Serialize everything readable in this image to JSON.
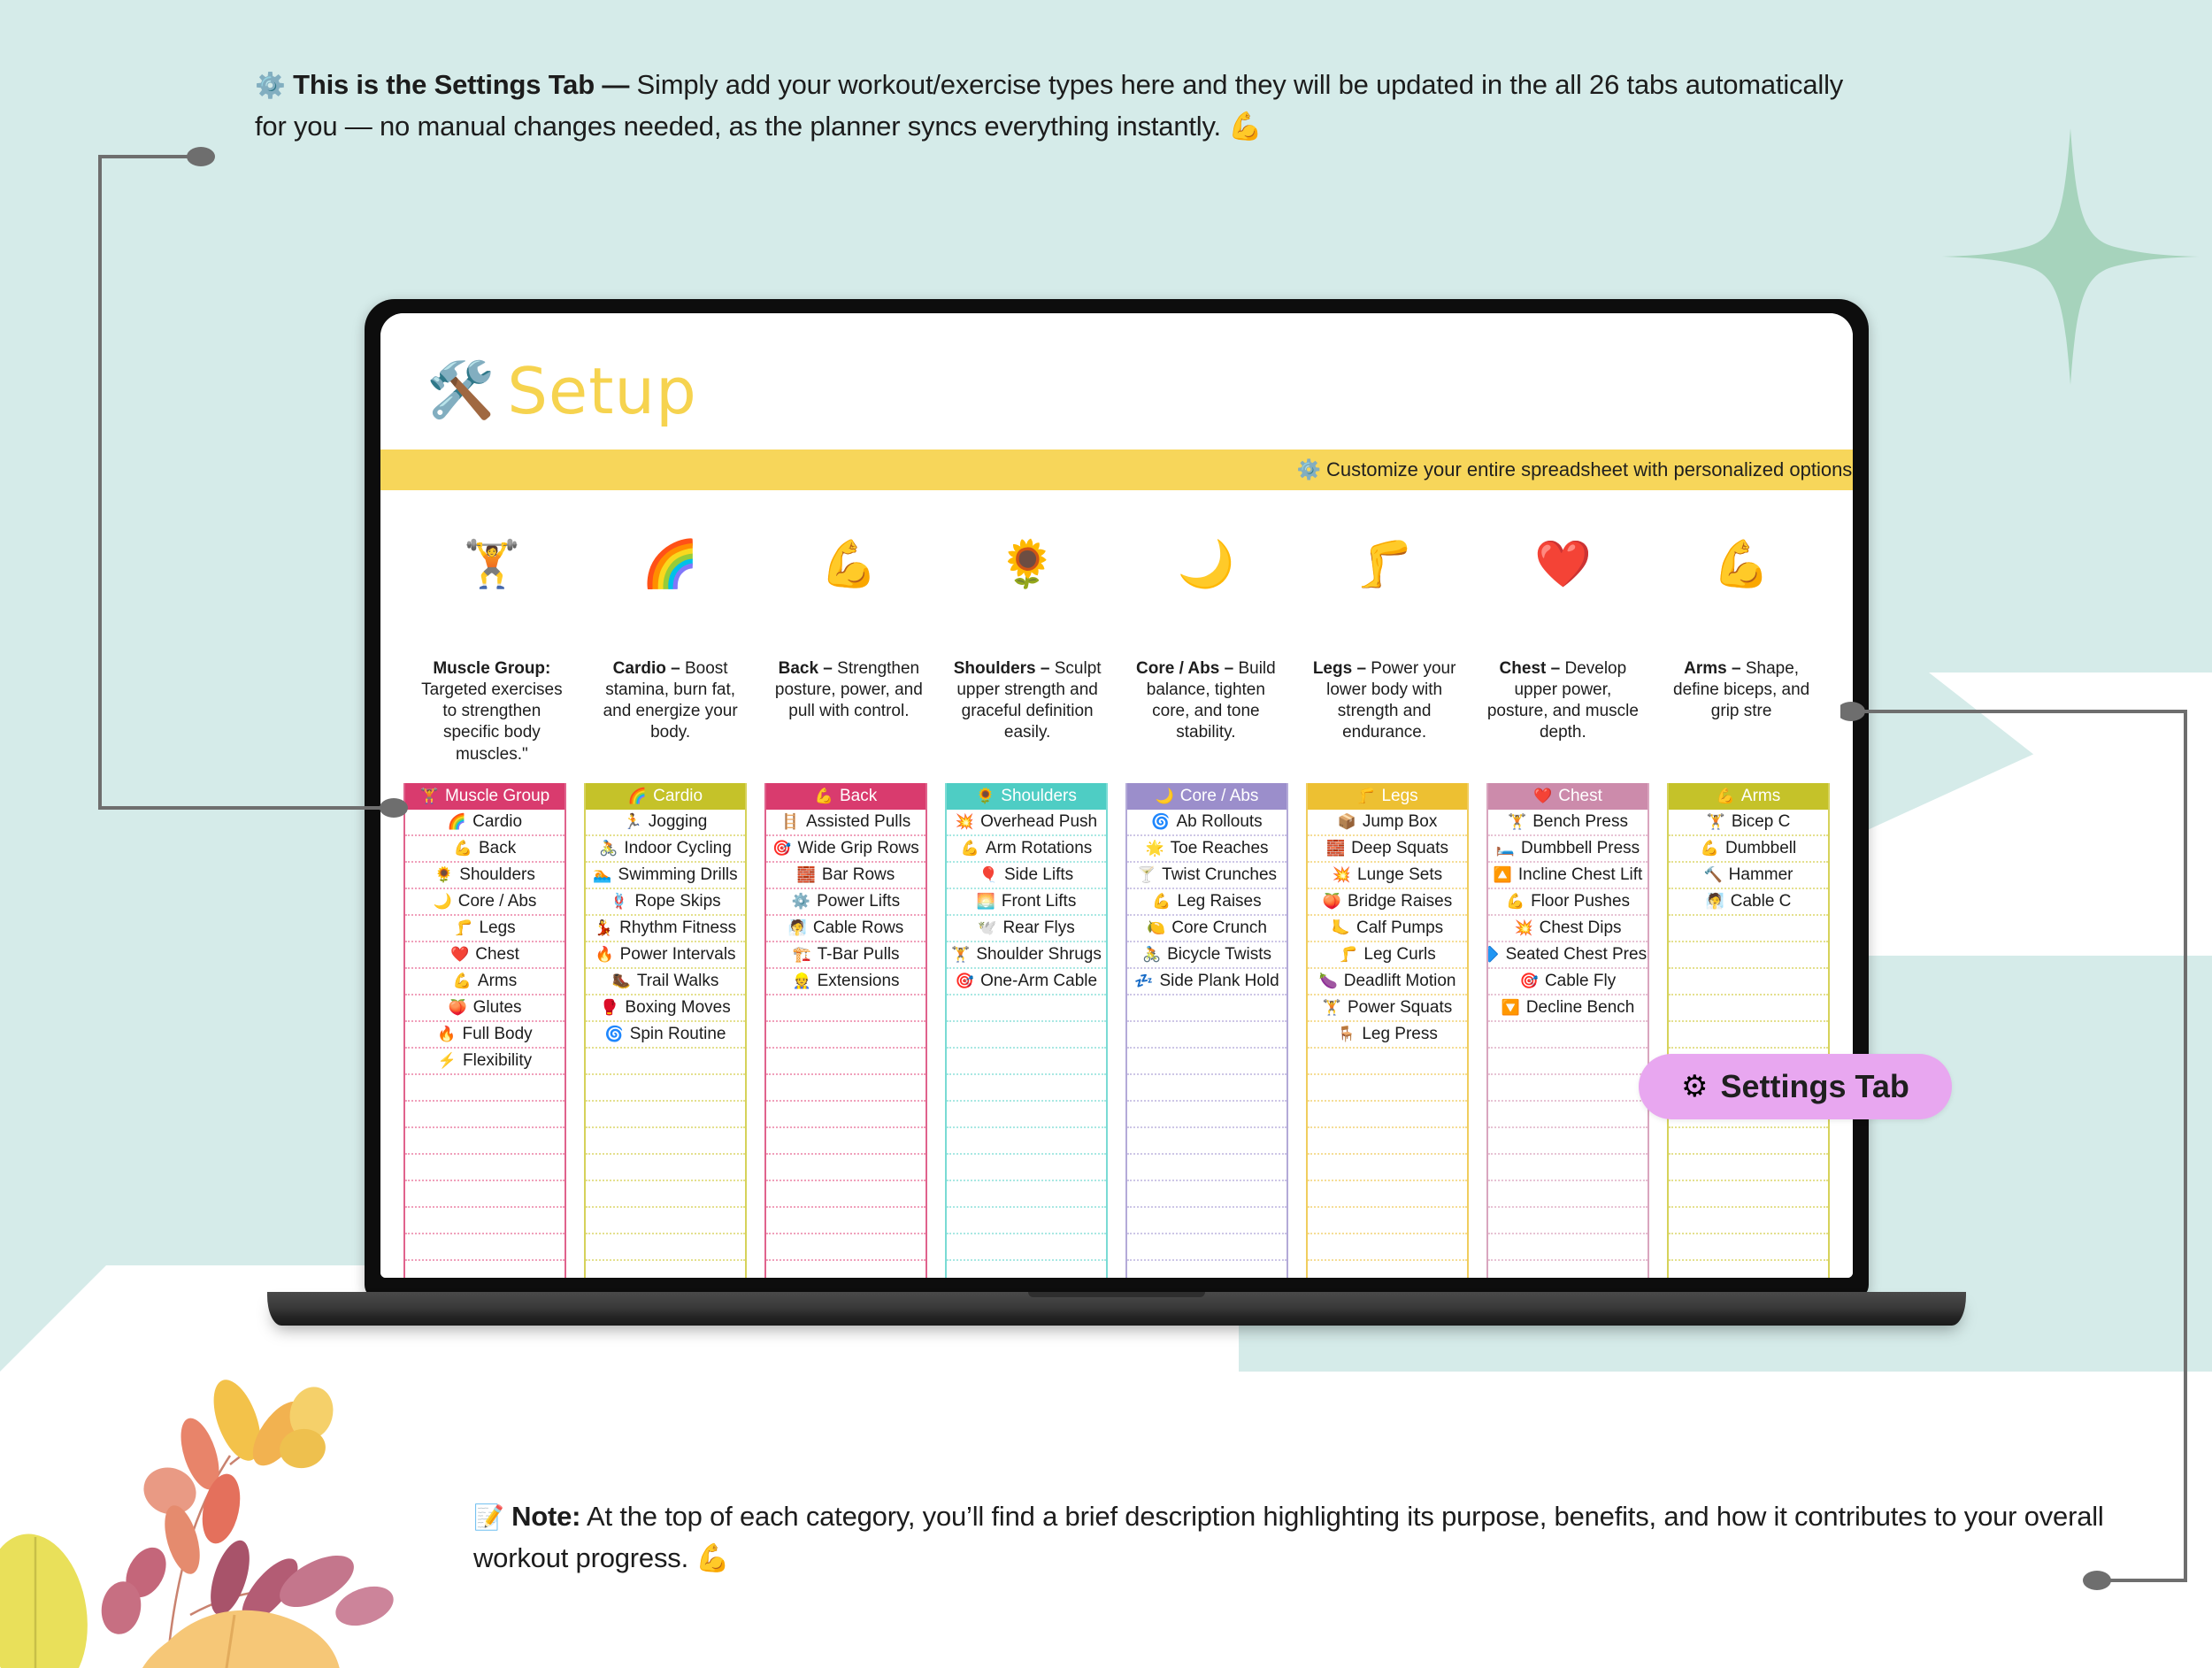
{
  "callouts": {
    "top": {
      "icon": "⚙️",
      "bold": "This is the Settings Tab —",
      "rest": " Simply add your workout/exercise types here and they will be updated in the all 26 tabs automatically for you — no manual changes needed, as the planner syncs everything instantly. 💪"
    },
    "bottom": {
      "icon": "📝",
      "bold": "Note:",
      "rest": " At the top of each category, you’ll find a brief description highlighting its purpose, benefits, and how it contributes to your overall workout progress. 💪"
    }
  },
  "sheet": {
    "title": "Setup",
    "title_emoji": "🛠️",
    "banner": {
      "icon": "⚙️",
      "text": "Customize your entire spreadsheet with personalized options and features to fit your re"
    }
  },
  "badge": {
    "icon": "⚙",
    "label": "Settings Tab",
    "color": "#e8a7f0"
  },
  "columns": [
    {
      "key": "muscle-group",
      "header": "Muscle Group",
      "header_emoji": "🏋️",
      "header_bg": "#d93b6e",
      "border": "#e0638d",
      "rule": "#f0a0bb",
      "desc_emoji": "🏋️",
      "desc_bold": "Muscle Group:",
      "desc_rest": " Targeted exercises to strengthen specific body muscles.\"",
      "items": [
        {
          "emoji": "🌈",
          "label": "Cardio"
        },
        {
          "emoji": "💪",
          "label": "Back"
        },
        {
          "emoji": "🌻",
          "label": "Shoulders"
        },
        {
          "emoji": "🌙",
          "label": "Core / Abs"
        },
        {
          "emoji": "🦵",
          "label": "Legs"
        },
        {
          "emoji": "❤️",
          "label": "Chest"
        },
        {
          "emoji": "💪",
          "label": "Arms"
        },
        {
          "emoji": "🍑",
          "label": "Glutes"
        },
        {
          "emoji": "🔥",
          "label": "Full Body"
        },
        {
          "emoji": "⚡",
          "label": "Flexibility"
        }
      ]
    },
    {
      "key": "cardio",
      "header": "Cardio",
      "header_emoji": "🌈",
      "header_bg": "#c5c229",
      "border": "#d6d25a",
      "rule": "#e4e08e",
      "desc_emoji": "🌈",
      "desc_bold": "Cardio –",
      "desc_rest": " Boost stamina, burn fat, and energize your body.",
      "items": [
        {
          "emoji": "🏃",
          "label": "Jogging"
        },
        {
          "emoji": "🚴",
          "label": "Indoor Cycling"
        },
        {
          "emoji": "🏊",
          "label": "Swimming Drills"
        },
        {
          "emoji": "🪢",
          "label": "Rope Skips"
        },
        {
          "emoji": "💃",
          "label": "Rhythm Fitness"
        },
        {
          "emoji": "🔥",
          "label": "Power Intervals"
        },
        {
          "emoji": "🥾",
          "label": "Trail Walks"
        },
        {
          "emoji": "🥊",
          "label": "Boxing Moves"
        },
        {
          "emoji": "🌀",
          "label": "Spin Routine"
        }
      ]
    },
    {
      "key": "back",
      "header": "Back",
      "header_emoji": "💪",
      "header_bg": "#d93b6e",
      "border": "#e0638d",
      "rule": "#f0a0bb",
      "desc_emoji": "💪",
      "desc_bold": "Back –",
      "desc_rest": " Strengthen posture, power, and pull with control.",
      "items": [
        {
          "emoji": "🪜",
          "label": "Assisted Pulls"
        },
        {
          "emoji": "🎯",
          "label": "Wide Grip Rows"
        },
        {
          "emoji": "🧱",
          "label": "Bar Rows"
        },
        {
          "emoji": "⚙️",
          "label": "Power Lifts"
        },
        {
          "emoji": "🧖",
          "label": "Cable Rows"
        },
        {
          "emoji": "🏗️",
          "label": "T-Bar Pulls"
        },
        {
          "emoji": "👷",
          "label": "Extensions"
        }
      ]
    },
    {
      "key": "shoulders",
      "header": "Shoulders",
      "header_emoji": "🌻",
      "header_bg": "#4ecdc4",
      "border": "#7adbd4",
      "rule": "#a9e8e3",
      "desc_emoji": "🌻",
      "desc_bold": "Shoulders –",
      "desc_rest": " Sculpt upper strength and graceful definition easily.",
      "items": [
        {
          "emoji": "💥",
          "label": "Overhead Push"
        },
        {
          "emoji": "💪",
          "label": "Arm Rotations"
        },
        {
          "emoji": "🎈",
          "label": "Side Lifts"
        },
        {
          "emoji": "🌅",
          "label": "Front Lifts"
        },
        {
          "emoji": "🕊️",
          "label": "Rear Flys"
        },
        {
          "emoji": "🏋️",
          "label": "Shoulder Shrugs"
        },
        {
          "emoji": "🎯",
          "label": "One-Arm Cable"
        }
      ]
    },
    {
      "key": "core-abs",
      "header": "Core / Abs",
      "header_emoji": "🌙",
      "header_bg": "#9b8ecb",
      "border": "#b4aad8",
      "rule": "#cdc6e6",
      "desc_emoji": "🌙",
      "desc_bold": "Core / Abs –",
      "desc_rest": " Build balance, tighten core, and tone stability.",
      "items": [
        {
          "emoji": "🌀",
          "label": "Ab Rollouts"
        },
        {
          "emoji": "🌟",
          "label": "Toe Reaches"
        },
        {
          "emoji": "🍸",
          "label": "Twist Crunches"
        },
        {
          "emoji": "💪",
          "label": "Leg Raises"
        },
        {
          "emoji": "🍋",
          "label": "Core Crunch"
        },
        {
          "emoji": "🚴",
          "label": "Bicycle Twists"
        },
        {
          "emoji": "💤",
          "label": "Side Plank Hold"
        }
      ]
    },
    {
      "key": "legs",
      "header": "Legs",
      "header_emoji": "🦵",
      "header_bg": "#edc032",
      "border": "#f0cd5e",
      "rule": "#f5dd96",
      "desc_emoji": "🦵",
      "desc_bold": "Legs –",
      "desc_rest": " Power your lower body with strength and endurance.",
      "items": [
        {
          "emoji": "📦",
          "label": "Jump Box"
        },
        {
          "emoji": "🧱",
          "label": "Deep Squats"
        },
        {
          "emoji": "💥",
          "label": "Lunge Sets"
        },
        {
          "emoji": "🍑",
          "label": "Bridge Raises"
        },
        {
          "emoji": "🦶",
          "label": "Calf Pumps"
        },
        {
          "emoji": "🦵",
          "label": "Leg Curls"
        },
        {
          "emoji": "🍆",
          "label": "Deadlift Motion"
        },
        {
          "emoji": "🏋️",
          "label": "Power Squats"
        },
        {
          "emoji": "🪑",
          "label": "Leg Press"
        }
      ]
    },
    {
      "key": "chest",
      "header": "Chest",
      "header_emoji": "❤️",
      "header_bg": "#cc8bab",
      "border": "#d9a6bf",
      "rule": "#e7c3d4",
      "desc_emoji": "❤️",
      "desc_bold": "Chest –",
      "desc_rest": " Develop upper power, posture, and muscle depth.",
      "items": [
        {
          "emoji": "🏋️",
          "label": "Bench Press"
        },
        {
          "emoji": "🛏️",
          "label": "Dumbbell Press"
        },
        {
          "emoji": "🔼",
          "label": "Incline Chest Lift"
        },
        {
          "emoji": "💪",
          "label": "Floor Pushes"
        },
        {
          "emoji": "💥",
          "label": "Chest Dips"
        },
        {
          "emoji": "🔷",
          "label": "Seated Chest Press"
        },
        {
          "emoji": "🎯",
          "label": "Cable Fly"
        },
        {
          "emoji": "🔽",
          "label": "Decline Bench"
        }
      ]
    },
    {
      "key": "arms",
      "header": "Arms",
      "header_emoji": "💪",
      "header_bg": "#c5c229",
      "border": "#d6d25a",
      "rule": "#e4e08e",
      "desc_emoji": "💪",
      "desc_bold": "Arms –",
      "desc_rest": " Shape, define biceps, and grip stre",
      "items": [
        {
          "emoji": "🏋️",
          "label": "Bicep C"
        },
        {
          "emoji": "💪",
          "label": "Dumbbell"
        },
        {
          "emoji": "🔨",
          "label": "Hammer"
        },
        {
          "emoji": "🧖",
          "label": "Cable C"
        }
      ]
    }
  ]
}
